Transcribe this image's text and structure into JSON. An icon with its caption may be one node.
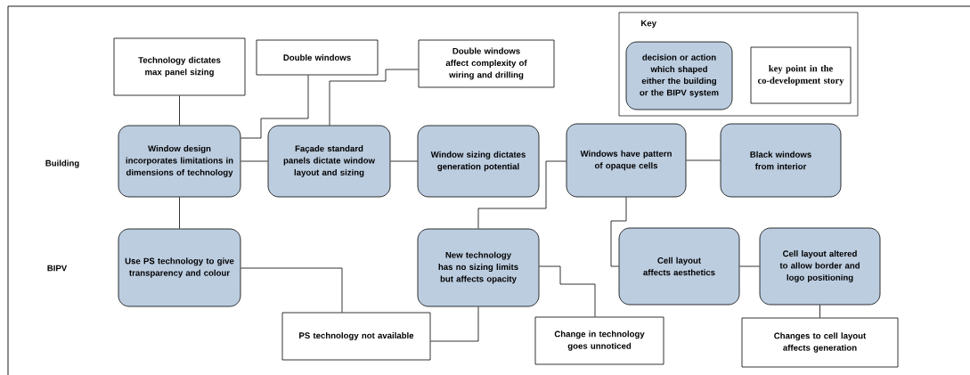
{
  "diagram": {
    "nodes": [
      {
        "text": [
          "Technology dictates max panel sizing"
        ]
      },
      {
        "text": [
          "Double windows"
        ]
      },
      {
        "text": [
          "Double windows  affect complexity of wiring and  drilling"
        ]
      },
      {
        "text": [
          "Window design incorporates limitations in dimensions of technology"
        ]
      },
      {
        "text": [
          "Façade standard panels dictate window layout and sizing"
        ]
      },
      {
        "text": [
          "Window sizing dictates generation potential"
        ]
      },
      {
        "text": [
          "Windows have pattern of opaque cells"
        ]
      },
      {
        "text": [
          "Black windows from interior"
        ]
      },
      {
        "text": [
          "Use PS technology to give transparency and colour"
        ]
      },
      {
        "text": [
          "New technology has no sizing  limits but affects opacity"
        ]
      },
      {
        "text": [
          "Cell layout affects aesthetics"
        ]
      },
      {
        "text": [
          "Cell layout altered to allow border and logo positioning"
        ]
      },
      {
        "text": [
          "PS technology not available"
        ]
      },
      {
        "text": [
          "Change in technology goes unnoticed"
        ]
      },
      {
        "text": [
          "Changes to cell layout affects generation"
        ]
      }
    ],
    "edges": [
      {
        "from": 0,
        "to": 3,
        "arrow": "none"
      },
      {
        "from": 3,
        "to": 1,
        "arrow": "none"
      },
      {
        "from": 2,
        "to": 4,
        "arrow": "none"
      },
      {
        "from": 3,
        "to": 4,
        "arrow": "none"
      },
      {
        "from": 4,
        "to": 5,
        "arrow": "none"
      },
      {
        "from": 6,
        "to": 9,
        "arrow": "none"
      },
      {
        "from": 6,
        "to": 7,
        "arrow": "none"
      },
      {
        "from": 3,
        "to": 8,
        "arrow": "none"
      },
      {
        "from": 8,
        "to": 12,
        "arrow": "none"
      },
      {
        "from": 9,
        "to": 12,
        "arrow": "none"
      },
      {
        "from": 9,
        "to": 13,
        "arrow": "none"
      },
      {
        "from": 6,
        "to": 10,
        "arrow": "none"
      },
      {
        "from": 10,
        "to": 11,
        "arrow": "none"
      },
      {
        "from": 11,
        "to": 14,
        "arrow": "none"
      }
    ],
    "labels": [
      "Key",
      "Building",
      "BIPV"
    ],
    "legend": [
      {
        "text": "decision or action which shaped either the building or the BIPV system",
        "color": "#bccde0"
      },
      {
        "text": "key point in the co-development story"
      }
    ]
  }
}
